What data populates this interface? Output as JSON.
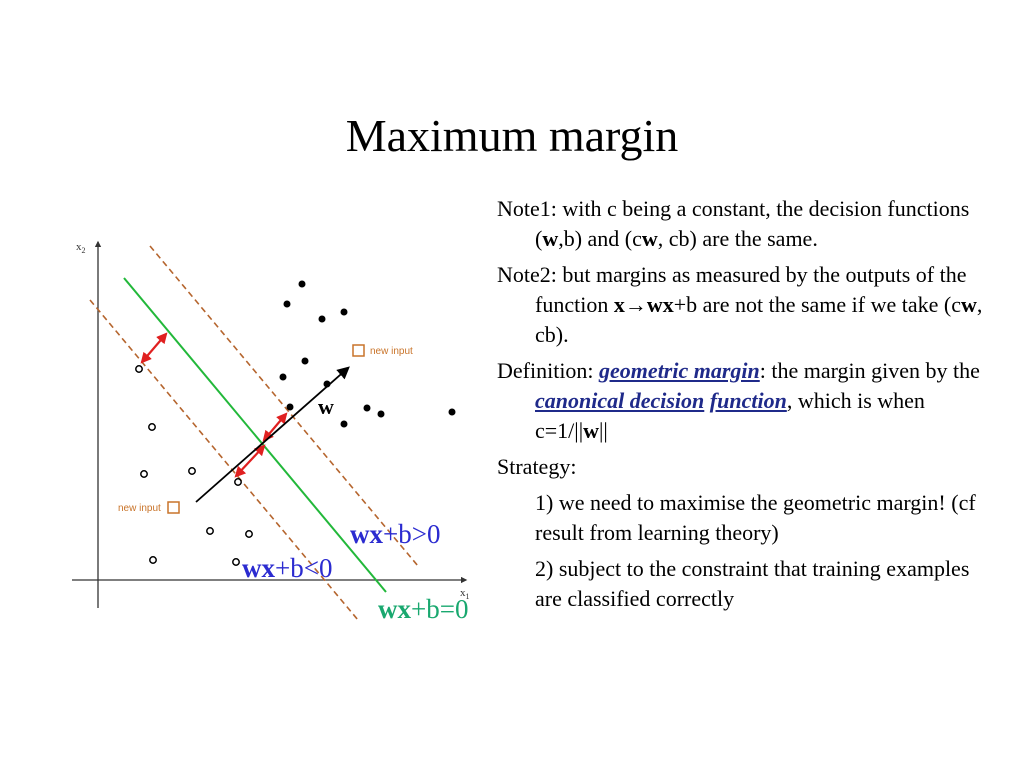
{
  "title": "Maximum margin",
  "diagram": {
    "axis_x_label": "x",
    "axis_x_sub": "1",
    "axis_y_label": "x",
    "axis_y_sub": "2",
    "new_input_label": "new input",
    "w_label": "w",
    "eq_positive": {
      "bold": "wx",
      "rest": "+b>0",
      "color": "#2b2bd0"
    },
    "eq_negative": {
      "bold": "wx",
      "rest": "+b<0",
      "color": "#2b2bd0"
    },
    "eq_boundary": {
      "bold": "wx",
      "rest": "+b=0",
      "color": "#19a86f"
    },
    "colors": {
      "boundary": "#22b83a",
      "margin": "#b5652e",
      "arrow": "#e02020",
      "new_input_box": "#c9742a",
      "axis": "#333333"
    }
  },
  "notes": {
    "note1_text": "Note1: with c being a constant, the decision functions (",
    "note1_w": "w",
    "note1_mid": ",b) and (c",
    "note1_w2": "w",
    "note1_end": ", cb) are the same.",
    "note2_text": "Note2: but margins as measured by the outputs of the function ",
    "note2_x": "x",
    "note2_arrow": "→",
    "note2_wx": "wx",
    "note2_mid": "+b are not the same if we take (c",
    "note2_w": "w",
    "note2_end": ", cb).",
    "def_label": "Definition: ",
    "def_term": "geometric margin",
    "def_mid": ": the margin given by the ",
    "def_term2_a": "canonical decision",
    "def_term2_b": "function",
    "def_end": ", which is when c=1/||",
    "def_w": "w",
    "def_close": "||",
    "strategy": "Strategy:",
    "step1": "1) we need to maximise the geometric margin! (cf result from learning theory)",
    "step2": "2) subject to the constraint that training examples are classified correctly"
  }
}
